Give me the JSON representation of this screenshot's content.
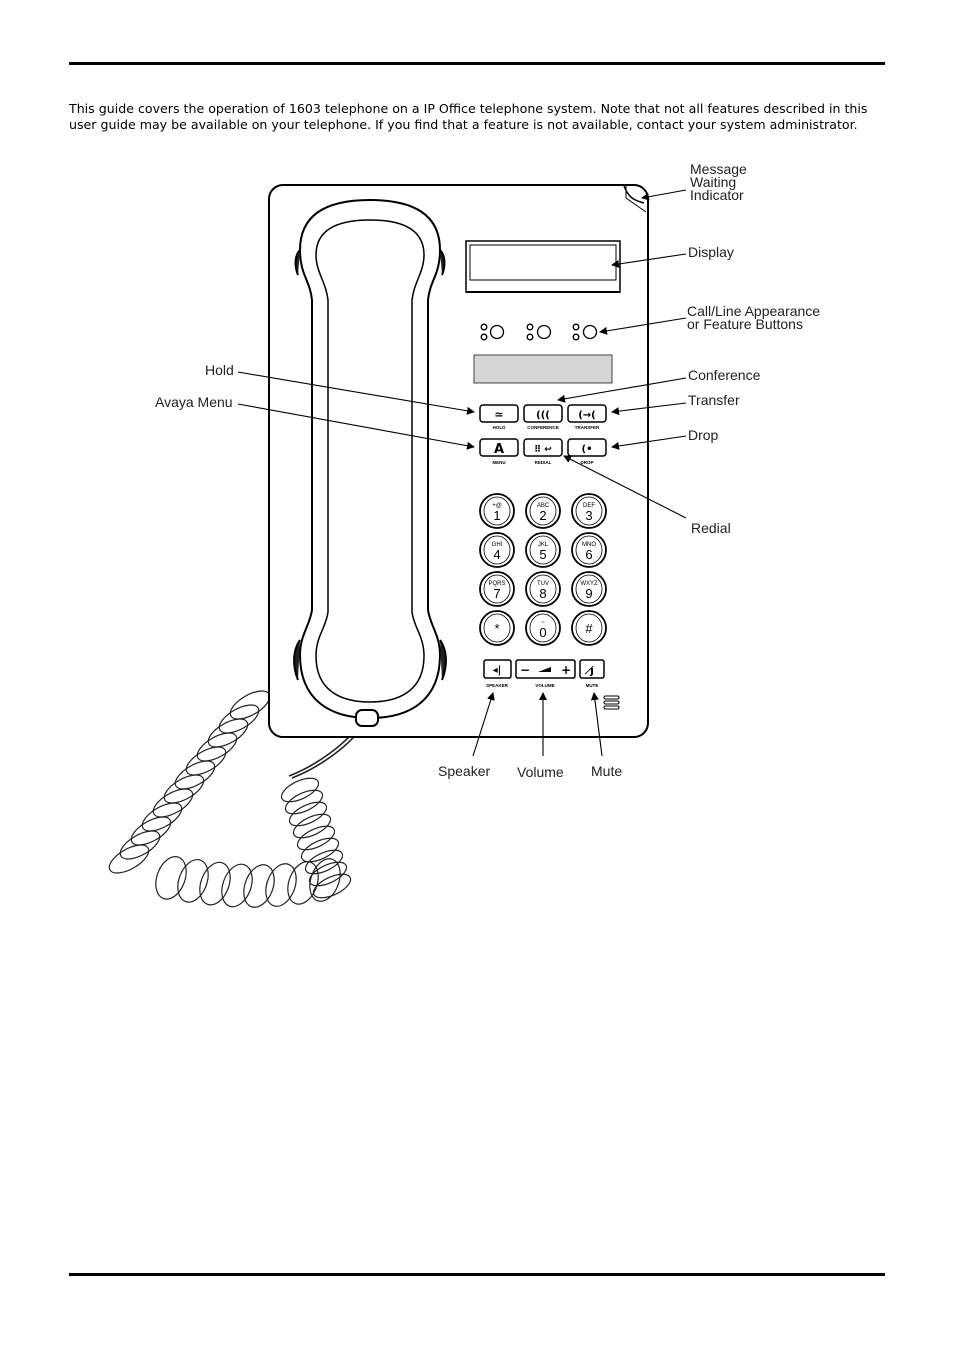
{
  "intro_text": "This guide covers the operation of 1603 telephone on a IP Office telephone system. Note that not all features described in this user guide may be available on your telephone. If you find that a feature is not available, contact your system administrator.",
  "callouts": {
    "message_waiting_1": "Message",
    "message_waiting_2": "Waiting",
    "message_waiting_3": "Indicator",
    "display": "Display",
    "call_line_1": "Call/Line Appearance",
    "call_line_2": "or Feature Buttons",
    "hold": "Hold",
    "avaya_menu": "Avaya Menu",
    "conference": "Conference",
    "transfer": "Transfer",
    "drop": "Drop",
    "redial": "Redial",
    "speaker": "Speaker",
    "volume": "Volume",
    "mute": "Mute"
  },
  "button_labels": {
    "hold": "HOLD",
    "conference": "CONFERENCE",
    "transfer": "TRANSFER",
    "menu": "MENU",
    "redial": "REDIAL",
    "drop": "DROP",
    "speaker": "SPEAKER",
    "volume": "VOLUME",
    "mute": "MUTE"
  },
  "keypad": [
    {
      "letters": "+@",
      "digit": "1"
    },
    {
      "letters": "ABC",
      "digit": "2"
    },
    {
      "letters": "DEF",
      "digit": "3"
    },
    {
      "letters": "GHI",
      "digit": "4"
    },
    {
      "letters": "JKL",
      "digit": "5"
    },
    {
      "letters": "MNO",
      "digit": "6"
    },
    {
      "letters": "PQRS",
      "digit": "7"
    },
    {
      "letters": "TUV",
      "digit": "8"
    },
    {
      "letters": "WXYZ",
      "digit": "9"
    },
    {
      "letters": "",
      "digit": "*"
    },
    {
      "letters": "~",
      "digit": "0"
    },
    {
      "letters": "",
      "digit": "#"
    }
  ],
  "icons": {
    "menu": "A",
    "volume_minus": "−",
    "volume_plus": "+"
  }
}
